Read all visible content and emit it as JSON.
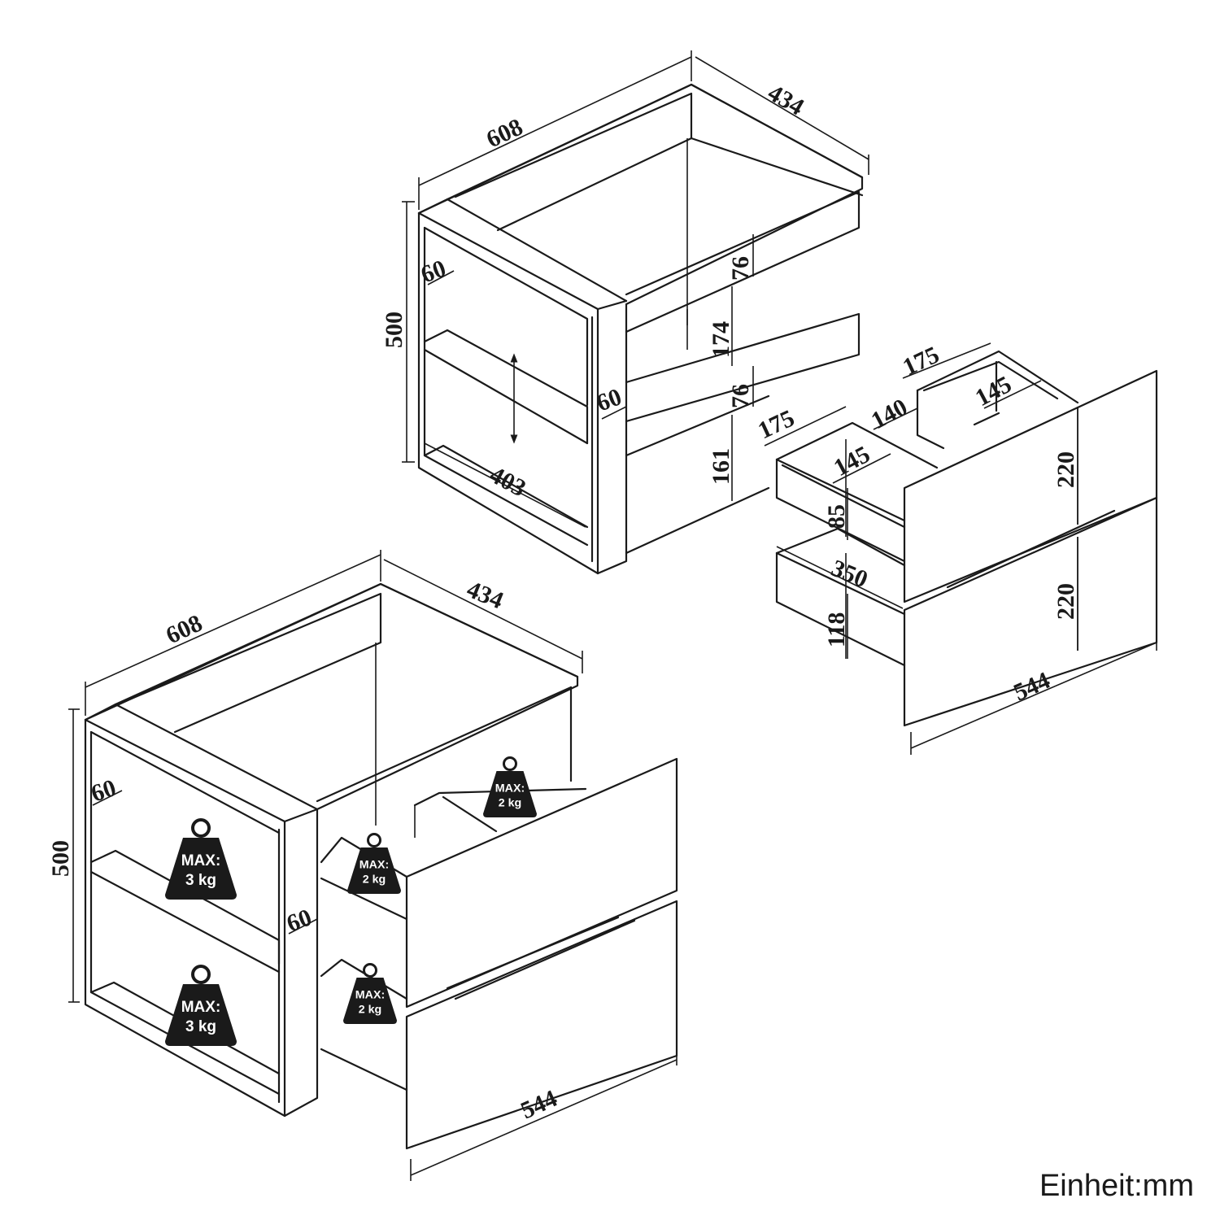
{
  "top_view": {
    "width": "608",
    "depth": "434",
    "height": "500",
    "panel_side": "60",
    "panel_front": "60",
    "shelf_spacing": "403",
    "rail_top": "76",
    "opening_upper": "174",
    "rail_mid": "76",
    "opening_lower": "161"
  },
  "drawers": {
    "upper_depth": "175",
    "upper_depth_inner": "145",
    "upper_width": "140",
    "rear_depth": "175",
    "rear_depth_inner": "145",
    "front_height_upper": "220",
    "inner_height_upper": "85",
    "drawer_width": "350",
    "inner_height_lower": "118",
    "front_height_lower": "220",
    "front_width": "544"
  },
  "bottom_view": {
    "width": "608",
    "depth": "434",
    "height": "500",
    "panel_side": "60",
    "panel_front": "60",
    "front_width": "544",
    "weight_prefix": "MAX:",
    "shelf_load": "3 kg",
    "drawer_load": "2 kg"
  },
  "unit_label": "Einheit:mm"
}
